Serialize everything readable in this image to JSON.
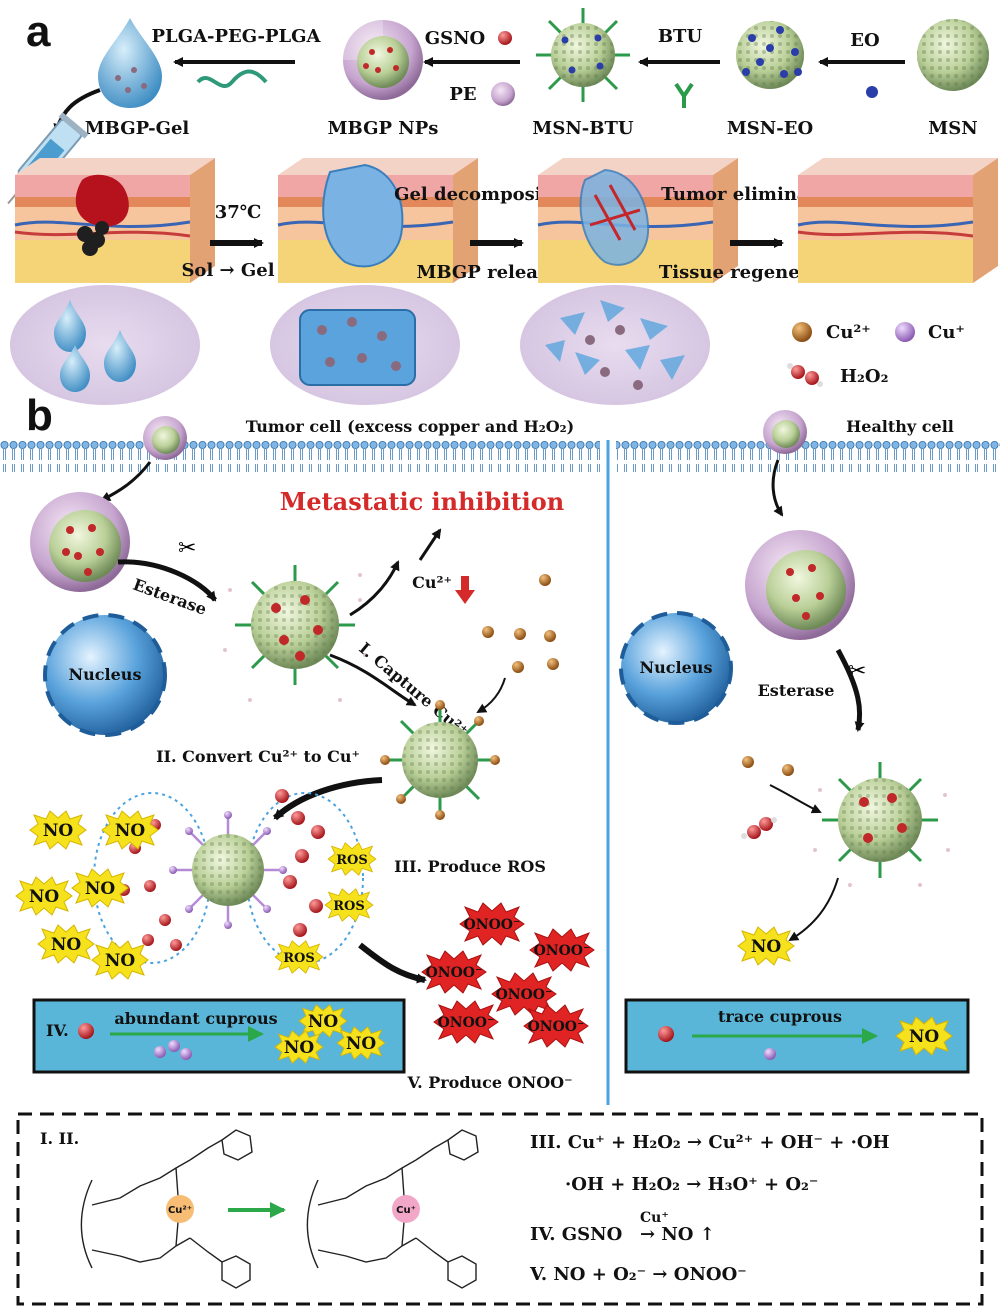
{
  "panel_a": {
    "letter": "a",
    "stages": {
      "msn": "MSN",
      "msn_eo": "MSN-EO",
      "msn_btu": "MSN-BTU",
      "mbgp_nps": "MBGP NPs",
      "mbgp_gel": "MBGP-Gel"
    },
    "arrows": {
      "eo": "EO",
      "btu": "BTU",
      "gsno": "GSNO",
      "pe": "PE",
      "polymer": "PLGA-PEG-PLGA"
    },
    "process": {
      "temp": "37℃",
      "sol_gel": "Sol → Gel",
      "gel_decomposition": "Gel decomposition",
      "mbgp_release": "MBGP release",
      "tumor_elimination": "Tumor elimination",
      "tissue_regeneration": "Tissue regeneration"
    },
    "legend": {
      "cu2": "Cu²⁺",
      "cu1": "Cu⁺",
      "h2o2": "H₂O₂",
      "colors": {
        "cu2": "#b8702c",
        "cu1": "#b58ad6",
        "h2o2": "#c0282a"
      }
    }
  },
  "panel_b": {
    "letter": "b",
    "tumor_title": "Tumor cell (excess copper and H₂O₂)",
    "healthy_title": "Healthy cell",
    "metastatic": "Metastatic inhibition",
    "metastatic_color": "#d42a2a",
    "cu2_down": "Cu²⁺",
    "esterase": "Esterase",
    "nucleus": "Nucleus",
    "step1": "I. Capture Cu²⁺",
    "step2": "II. Convert Cu²⁺ to Cu⁺",
    "step3": "III. Produce ROS",
    "step5": "V. Produce ONOO⁻",
    "no": "NO",
    "ros": "ROS",
    "onoo": "ONOO⁻",
    "box_tumor": {
      "numeral": "IV.",
      "label": "abundant cuprous"
    },
    "box_healthy": {
      "label": "trace cuprous"
    }
  },
  "mechanism": {
    "heading": "I. II.",
    "cu2_center": "Cu²⁺",
    "cu1_center": "Cu⁺",
    "eq3a": "III. Cu⁺ + H₂O₂ → Cu²⁺ + OH⁻ + ·OH",
    "eq3b": "·OH + H₂O₂  →  H₃O⁺  +  O₂⁻",
    "eq4_pre": "IV. GSNO",
    "eq4_over": "Cu⁺",
    "eq4_post": "→  NO ↑",
    "eq5": "V. NO + O₂⁻ → ONOO⁻"
  }
}
